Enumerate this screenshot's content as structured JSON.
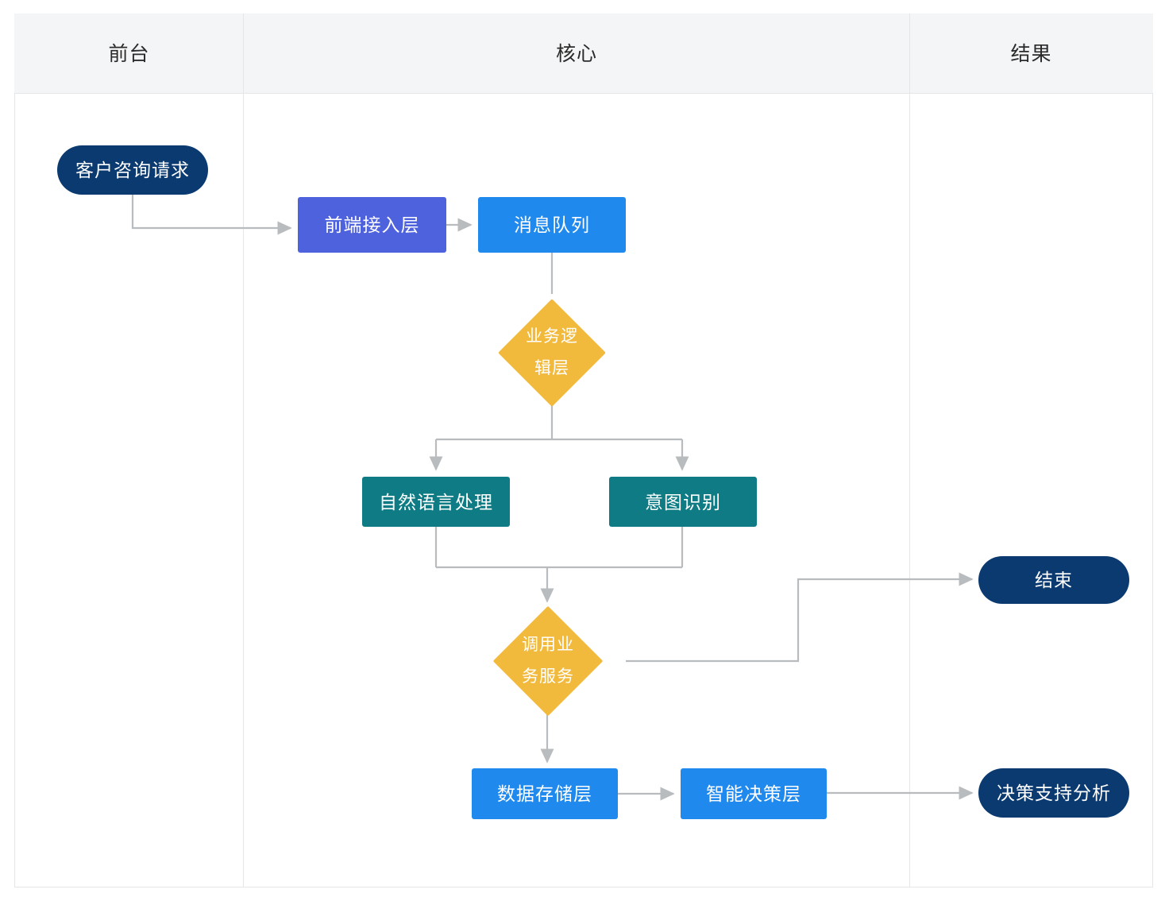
{
  "diagram": {
    "type": "swimlane-flowchart",
    "lanes": [
      {
        "id": "frontstage",
        "label": "前台"
      },
      {
        "id": "core",
        "label": "核心"
      },
      {
        "id": "result",
        "label": "结果"
      }
    ],
    "colors": {
      "navy": "#0B3A70",
      "indigo": "#4F62DE",
      "blue": "#2089EE",
      "amber": "#F2BA3C",
      "teal": "#0F7C85",
      "line": "#b9bcbe",
      "header_bg": "#f4f5f6",
      "border": "#e4e6e8"
    },
    "nodes": [
      {
        "id": "request",
        "label": "客户咨询请求",
        "shape": "pill",
        "lane": "frontstage",
        "color": "#0B3A70"
      },
      {
        "id": "frontend",
        "label": "前端接入层",
        "shape": "rect",
        "lane": "core",
        "color": "#4F62DE"
      },
      {
        "id": "queue",
        "label": "消息队列",
        "shape": "rect",
        "lane": "core",
        "color": "#2089EE"
      },
      {
        "id": "biz",
        "label": "业务逻\n辑层",
        "shape": "diamond",
        "lane": "core",
        "color": "#F2BA3C"
      },
      {
        "id": "nlp",
        "label": "自然语言处理",
        "shape": "rect",
        "lane": "core",
        "color": "#0F7C85"
      },
      {
        "id": "intent",
        "label": "意图识别",
        "shape": "rect",
        "lane": "core",
        "color": "#0F7C85"
      },
      {
        "id": "invoke",
        "label": "调用业\n务服务",
        "shape": "diamond",
        "lane": "core",
        "color": "#F2BA3C"
      },
      {
        "id": "store",
        "label": "数据存储层",
        "shape": "rect",
        "lane": "core",
        "color": "#2089EE"
      },
      {
        "id": "decision",
        "label": "智能决策层",
        "shape": "rect",
        "lane": "core",
        "color": "#2089EE"
      },
      {
        "id": "end",
        "label": "结束",
        "shape": "pill",
        "lane": "result",
        "color": "#0B3A70"
      },
      {
        "id": "analysis",
        "label": "决策支持分析",
        "shape": "pill",
        "lane": "result",
        "color": "#0B3A70"
      }
    ],
    "edges": [
      {
        "from": "request",
        "to": "frontend",
        "label": ""
      },
      {
        "from": "frontend",
        "to": "queue",
        "label": ""
      },
      {
        "from": "queue",
        "to": "biz",
        "label": ""
      },
      {
        "from": "biz",
        "to": "nlp",
        "label": ""
      },
      {
        "from": "biz",
        "to": "intent",
        "label": ""
      },
      {
        "from": "nlp",
        "to": "invoke",
        "label": ""
      },
      {
        "from": "intent",
        "to": "invoke",
        "label": ""
      },
      {
        "from": "invoke",
        "to": "end",
        "label": ""
      },
      {
        "from": "invoke",
        "to": "store",
        "label": ""
      },
      {
        "from": "store",
        "to": "decision",
        "label": ""
      },
      {
        "from": "decision",
        "to": "analysis",
        "label": ""
      }
    ]
  }
}
